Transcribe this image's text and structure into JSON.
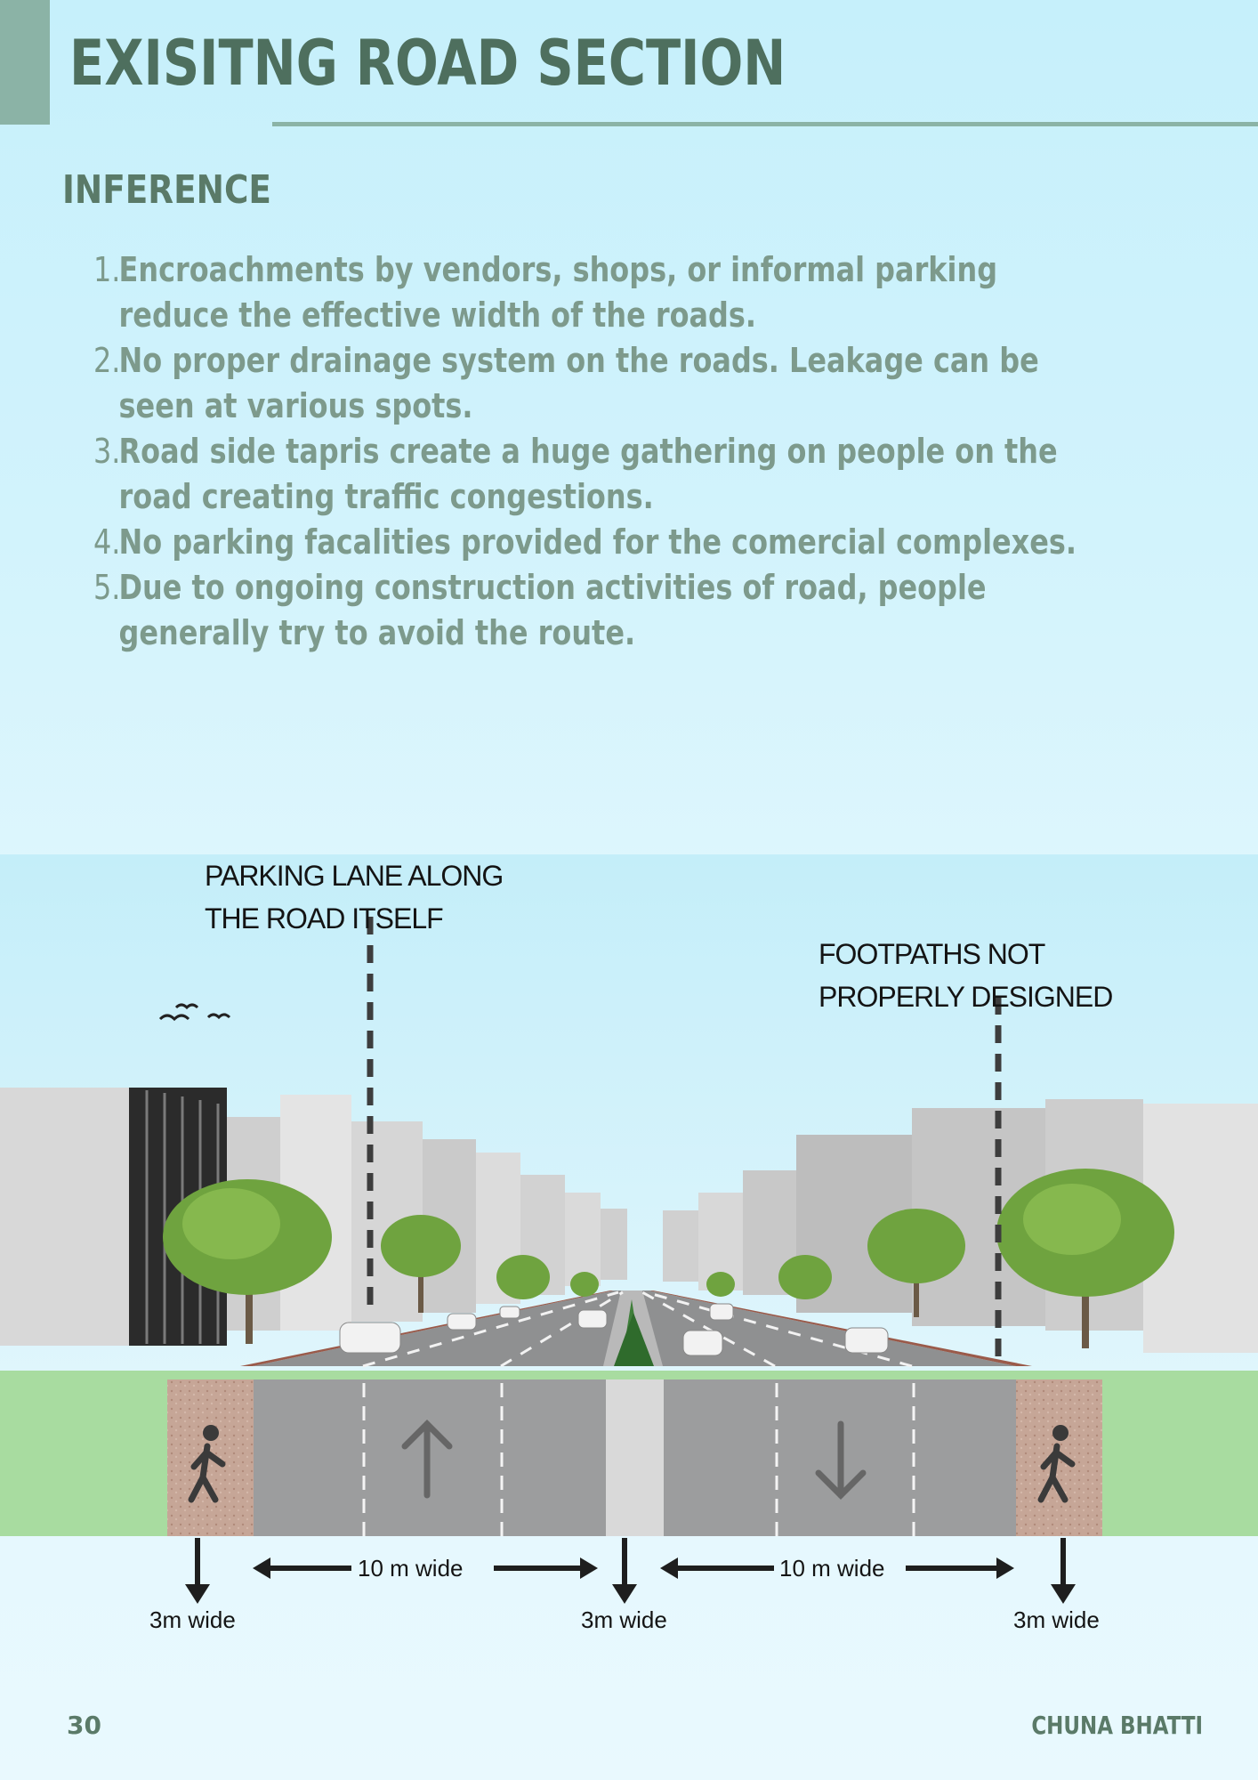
{
  "header": {
    "title": "EXISITNG ROAD SECTION",
    "subtitle": "INFERENCE"
  },
  "inference": [
    {
      "num": "1.",
      "text": "Encroachments by vendors, shops, or informal parking reduce the effective width of the roads."
    },
    {
      "num": "2.",
      "text": "No proper drainage system on the roads. Leakage can be seen at various spots."
    },
    {
      "num": "3.",
      "text": "Road side tapris create a huge gathering on people on the road creating traffic congestions."
    },
    {
      "num": "4.",
      "text": "No parking facalities provided for the comercial complexes."
    },
    {
      "num": "5.",
      "text": "Due to ongoing construction activities of road, people generally try to avoid the route."
    }
  ],
  "annotations": {
    "parking_line1": "PARKING LANE ALONG",
    "parking_line2": "THE ROAD ITSELF",
    "footpath_line1": "FOOTPATHS NOT",
    "footpath_line2": "PROPERLY DESIGNED"
  },
  "dimensions": {
    "left_footpath": "3m wide",
    "left_carriageway": "10 m wide",
    "median": "3m wide",
    "right_carriageway": "10 m wide",
    "right_footpath": "3m wide"
  },
  "footer": {
    "page_number": "30",
    "name": "CHUNA BHATTI"
  },
  "colors": {
    "heading": "#4e6f5e",
    "list_text": "#7d9a8c",
    "accent": "#8bb3a6",
    "road": "#9c9d9e",
    "footpath": "#c4a596",
    "grass": "#a8dca0"
  }
}
